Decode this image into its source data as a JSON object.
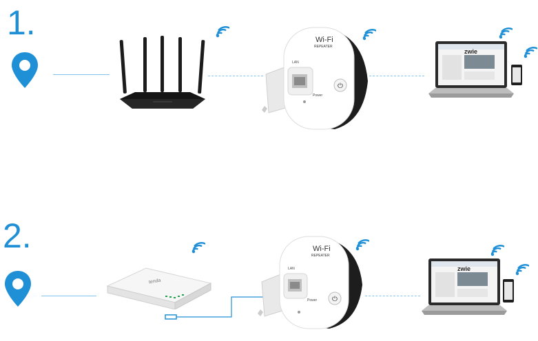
{
  "steps": [
    {
      "number": "1."
    },
    {
      "number": "2."
    }
  ],
  "repeater": {
    "brand_top": "Wi-Fi",
    "brand_sub": "REPEATER",
    "lan_label": "LAN",
    "power_label": "Power"
  },
  "router": {
    "brand": "tenda"
  },
  "laptop": {
    "screen_text": "zwie"
  },
  "icons": [
    "location-pin-icon",
    "wifi-signal-icon",
    "wps-button-icon"
  ],
  "colors": {
    "accent": "#1f8fd6",
    "line": "#7fc3ee",
    "device_dark": "#1d1d1d"
  }
}
